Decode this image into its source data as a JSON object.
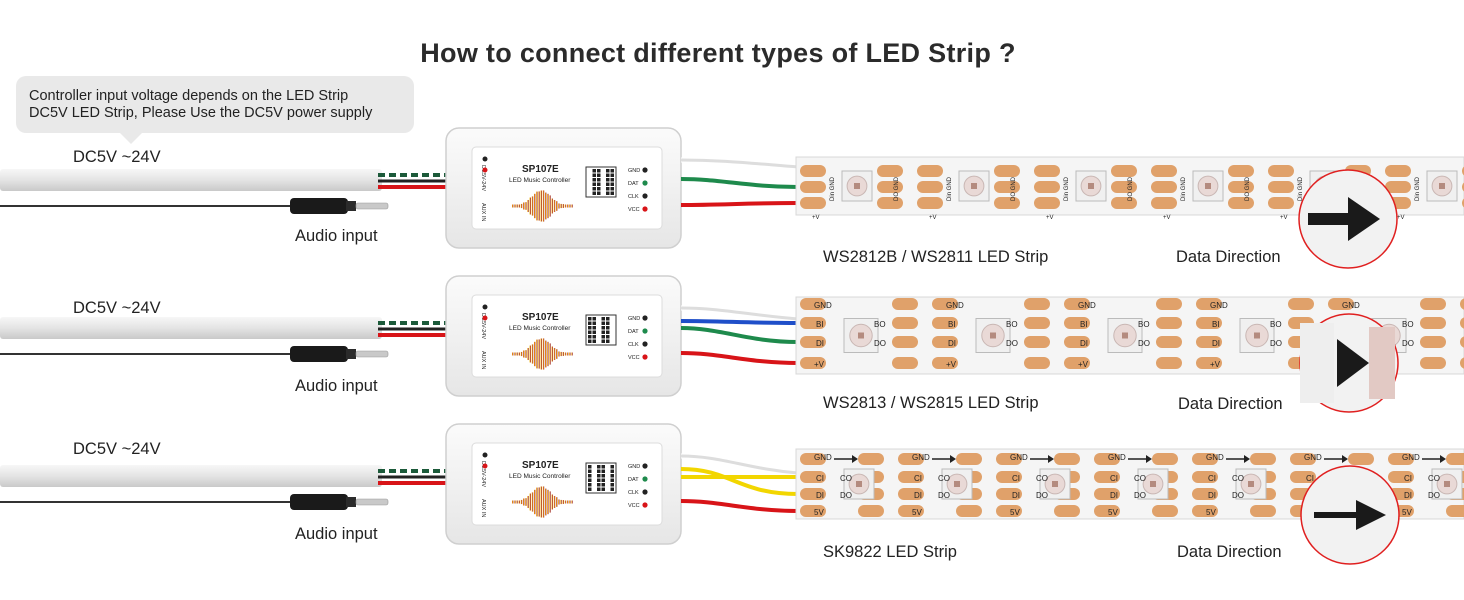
{
  "title": "How to connect different types of LED Strip ?",
  "note": {
    "line1": "Controller input voltage depends on the LED Strip",
    "line2": "DC5V  LED Strip,  Please Use the DC5V power supply"
  },
  "controller": {
    "model": "SP107E",
    "subtitle": "LED Music Controller",
    "side_label": "DC5V-24V",
    "aux_label": "AUX IN",
    "ports": [
      "GND",
      "DAT",
      "CLK",
      "VCC"
    ]
  },
  "rows": [
    {
      "power_label": "DC5V ~24V",
      "audio_label": "Audio input",
      "strip_label": "WS2812B / WS2811 LED Strip",
      "direction_label": "Data Direction",
      "pads": [
        "Din",
        "GND",
        "DO",
        "GND",
        "+V"
      ]
    },
    {
      "power_label": "DC5V ~24V",
      "audio_label": "Audio input",
      "strip_label": "WS2813 / WS2815 LED Strip",
      "direction_label": "Data Direction",
      "pads": [
        "GND",
        "BI",
        "DI",
        "+V",
        "BO",
        "DO"
      ]
    },
    {
      "power_label": "DC5V ~24V",
      "audio_label": "Audio input",
      "strip_label": "SK9822 LED Strip",
      "direction_label": "Data Direction",
      "pads": [
        "GND",
        "CI",
        "DI",
        "5V",
        "CO",
        "DO"
      ]
    }
  ],
  "colors": {
    "wire_red": "#d81418",
    "wire_green": "#1e8a4c",
    "wire_blue": "#1f4fc9",
    "wire_yellow": "#f2d600",
    "pad": "#e0a16a",
    "strip": "#f5f5f5",
    "magnifier_border": "#e02020"
  }
}
